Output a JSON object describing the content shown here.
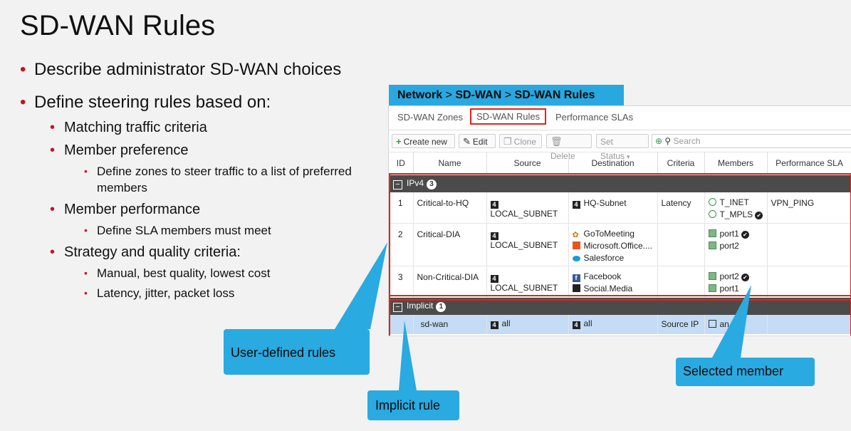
{
  "slide": {
    "title": "SD-WAN Rules",
    "bullets": {
      "b1": "Describe administrator SD-WAN choices",
      "b2": "Define steering rules based on:",
      "b2_1": "Matching traffic criteria",
      "b2_2": "Member preference",
      "b2_2_1": "Define zones to steer traffic to a list of preferred members",
      "b2_3": "Member performance",
      "b2_3_1": "Define SLA members must meet",
      "b2_4": "Strategy and quality criteria:",
      "b2_4_1": "Manual, best quality, lowest cost",
      "b2_4_2": "Latency, jitter, packet loss"
    }
  },
  "breadcrumb": {
    "p1": "Network",
    "sep": ">",
    "p2": "SD-WAN",
    "p3": "SD-WAN Rules"
  },
  "tabs": {
    "zones": "SD-WAN Zones",
    "rules": "SD-WAN Rules",
    "sla": "Performance SLAs"
  },
  "toolbar": {
    "create": "Create new",
    "edit": "Edit",
    "clone": "Clone",
    "delete": "Delete",
    "status": "Set Status",
    "search": "Search"
  },
  "columns": {
    "id": "ID",
    "name": "Name",
    "source": "Source",
    "destination": "Destination",
    "criteria": "Criteria",
    "members": "Members",
    "sla": "Performance SLA"
  },
  "groups": {
    "ipv4": {
      "label": "IPv4",
      "count": "3"
    },
    "implicit": {
      "label": "Implicit",
      "count": "1"
    }
  },
  "rows": {
    "r1": {
      "id": "1",
      "name": "Critical-to-HQ",
      "source": "LOCAL_SUBNET",
      "dest1": "HQ-Subnet",
      "criteria": "Latency",
      "m1": "T_INET",
      "m2": "T_MPLS",
      "sla": "VPN_PING"
    },
    "r2": {
      "id": "2",
      "name": "Critical-DIA",
      "source": "LOCAL_SUBNET",
      "dest1": "GoToMeeting",
      "dest2": "Microsoft.Office....",
      "dest3": "Salesforce",
      "m1": "port1",
      "m2": "port2"
    },
    "r3": {
      "id": "3",
      "name": "Non-Critical-DIA",
      "source": "LOCAL_SUBNET",
      "dest1": "Facebook",
      "dest2": "Social.Media",
      "m1": "port2",
      "m2": "port1"
    },
    "imp": {
      "name": "sd-wan",
      "source": "all",
      "dest": "all",
      "criteria": "Source IP",
      "members": "an"
    }
  },
  "callouts": {
    "user": "User-defined rules",
    "implicit": "Implicit rule",
    "selected": "Selected member"
  },
  "colors": {
    "accent_blue": "#29aae1",
    "red": "#e2231a",
    "group_bar": "#4b4b4b",
    "implicit_row": "#c4dcf5"
  }
}
